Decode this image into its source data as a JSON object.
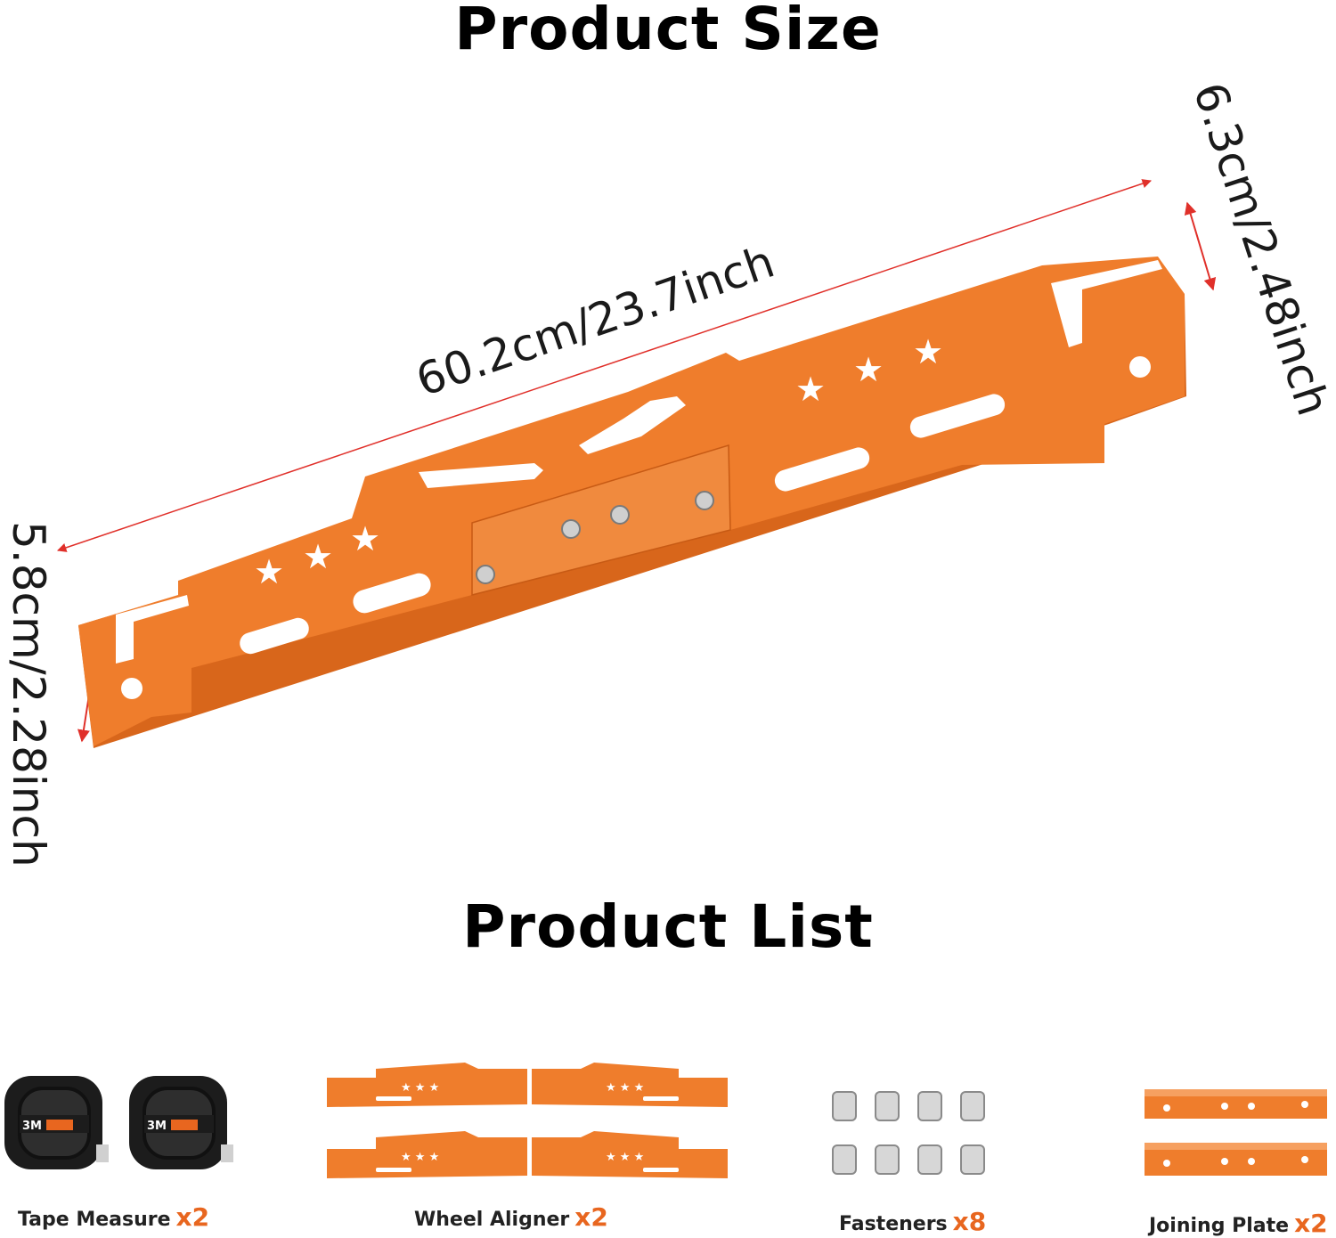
{
  "titles": {
    "size": "Product Size",
    "list": "Product List"
  },
  "dimensions": {
    "length": "60.2cm/23.7inch",
    "right_height": "6.3cm/2.48inch",
    "left_height": "5.8cm/2.28inch"
  },
  "colors": {
    "product": "#ef7d2c",
    "product_dark": "#d8661b",
    "dimension_line": "#e0302a",
    "quantity": "#e8661f"
  },
  "items": [
    {
      "label": "Tape Measure",
      "qty": "x2",
      "brand": "3M"
    },
    {
      "label": "Wheel Aligner",
      "qty": "x2"
    },
    {
      "label": "Fasteners",
      "qty": "x8"
    },
    {
      "label": "Joining Plate",
      "qty": "x2"
    }
  ]
}
